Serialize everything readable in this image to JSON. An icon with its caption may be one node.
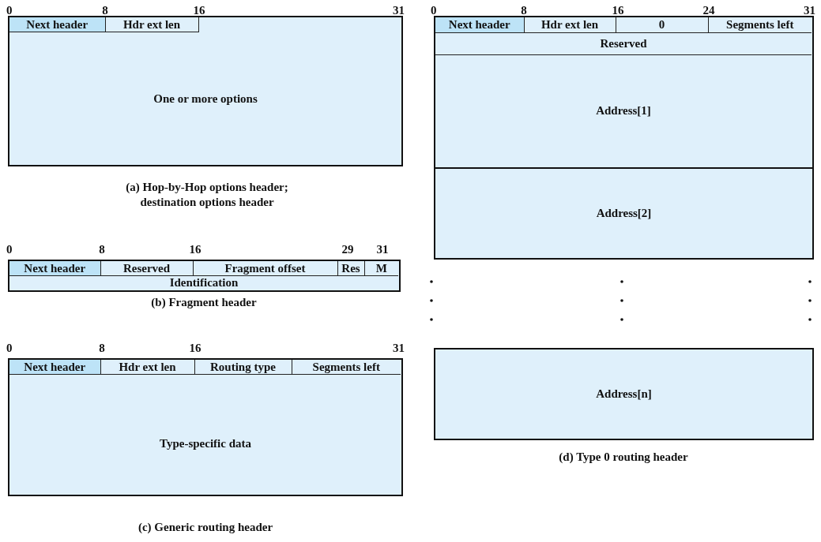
{
  "diagram": {
    "nodes": [
      {
        "text": [
          "One or more options"
        ]
      },
      {
        "text": [
          "Next header"
        ],
        "in": 0
      },
      {
        "text": [
          "Hdr ext len"
        ],
        "in": 0
      },
      {
        "text": [],
        "shape": "box"
      },
      {
        "text": [
          "Next header"
        ],
        "in": 3
      },
      {
        "text": [
          "Reserved"
        ],
        "in": 3
      },
      {
        "text": [
          "Fragment offset"
        ],
        "in": 3
      },
      {
        "text": [
          "Res"
        ],
        "in": 3
      },
      {
        "text": [
          "M"
        ],
        "in": 3
      },
      {
        "text": [
          "Identification"
        ],
        "in": 3
      },
      {
        "text": [
          "Type-specific data"
        ]
      },
      {
        "text": [
          "Next header"
        ],
        "in": 10
      },
      {
        "text": [
          "Hdr ext len"
        ],
        "in": 10
      },
      {
        "text": [
          "Routing type"
        ],
        "in": 10
      },
      {
        "text": [
          "Segments left"
        ],
        "in": 10
      },
      {
        "text": [],
        "shape": "box"
      },
      {
        "text": [
          "Next header"
        ],
        "in": 15
      },
      {
        "text": [
          "Hdr ext len"
        ],
        "in": 15
      },
      {
        "text": [
          "0"
        ],
        "in": 15
      },
      {
        "text": [
          "Segments left"
        ],
        "in": 15
      },
      {
        "text": [
          "Reserved"
        ],
        "in": 15
      },
      {
        "text": [
          "Address[1]"
        ],
        "in": 15
      },
      {
        "text": [
          "Address[2]"
        ]
      },
      {
        "text": [
          "Address[n]"
        ]
      }
    ],
    "labels": [
      "0",
      "8",
      "16",
      "31",
      "0",
      "8",
      "16",
      "24",
      "31",
      "(a) Hop-by-Hop options header; destination options header",
      "0",
      "8",
      "16",
      "29",
      "31",
      "(b) Fragment header",
      "0",
      "8",
      "16",
      "31",
      "(c) Generic routing header",
      "(d) Type 0 routing header"
    ]
  }
}
